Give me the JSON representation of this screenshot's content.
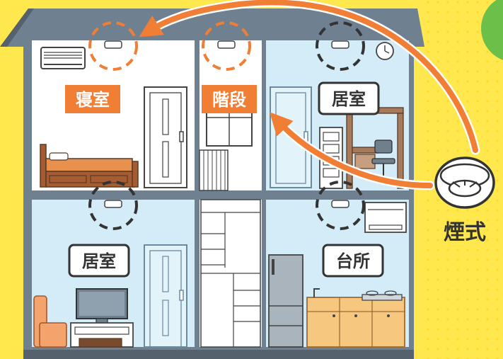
{
  "rooms": {
    "bedroom": "寝室",
    "stairs": "階段",
    "living_upper": "居室",
    "living_lower": "居室",
    "kitchen": "台所"
  },
  "detector_type": "煙式",
  "colors": {
    "background": "#ffe84d",
    "house_frame": "#6f8191",
    "room_blue": "#d3ecf7",
    "room_white": "#ffffff",
    "accent_orange": "#f07e35",
    "green_circle": "#6cc04a",
    "outline_dark": "#333333"
  }
}
